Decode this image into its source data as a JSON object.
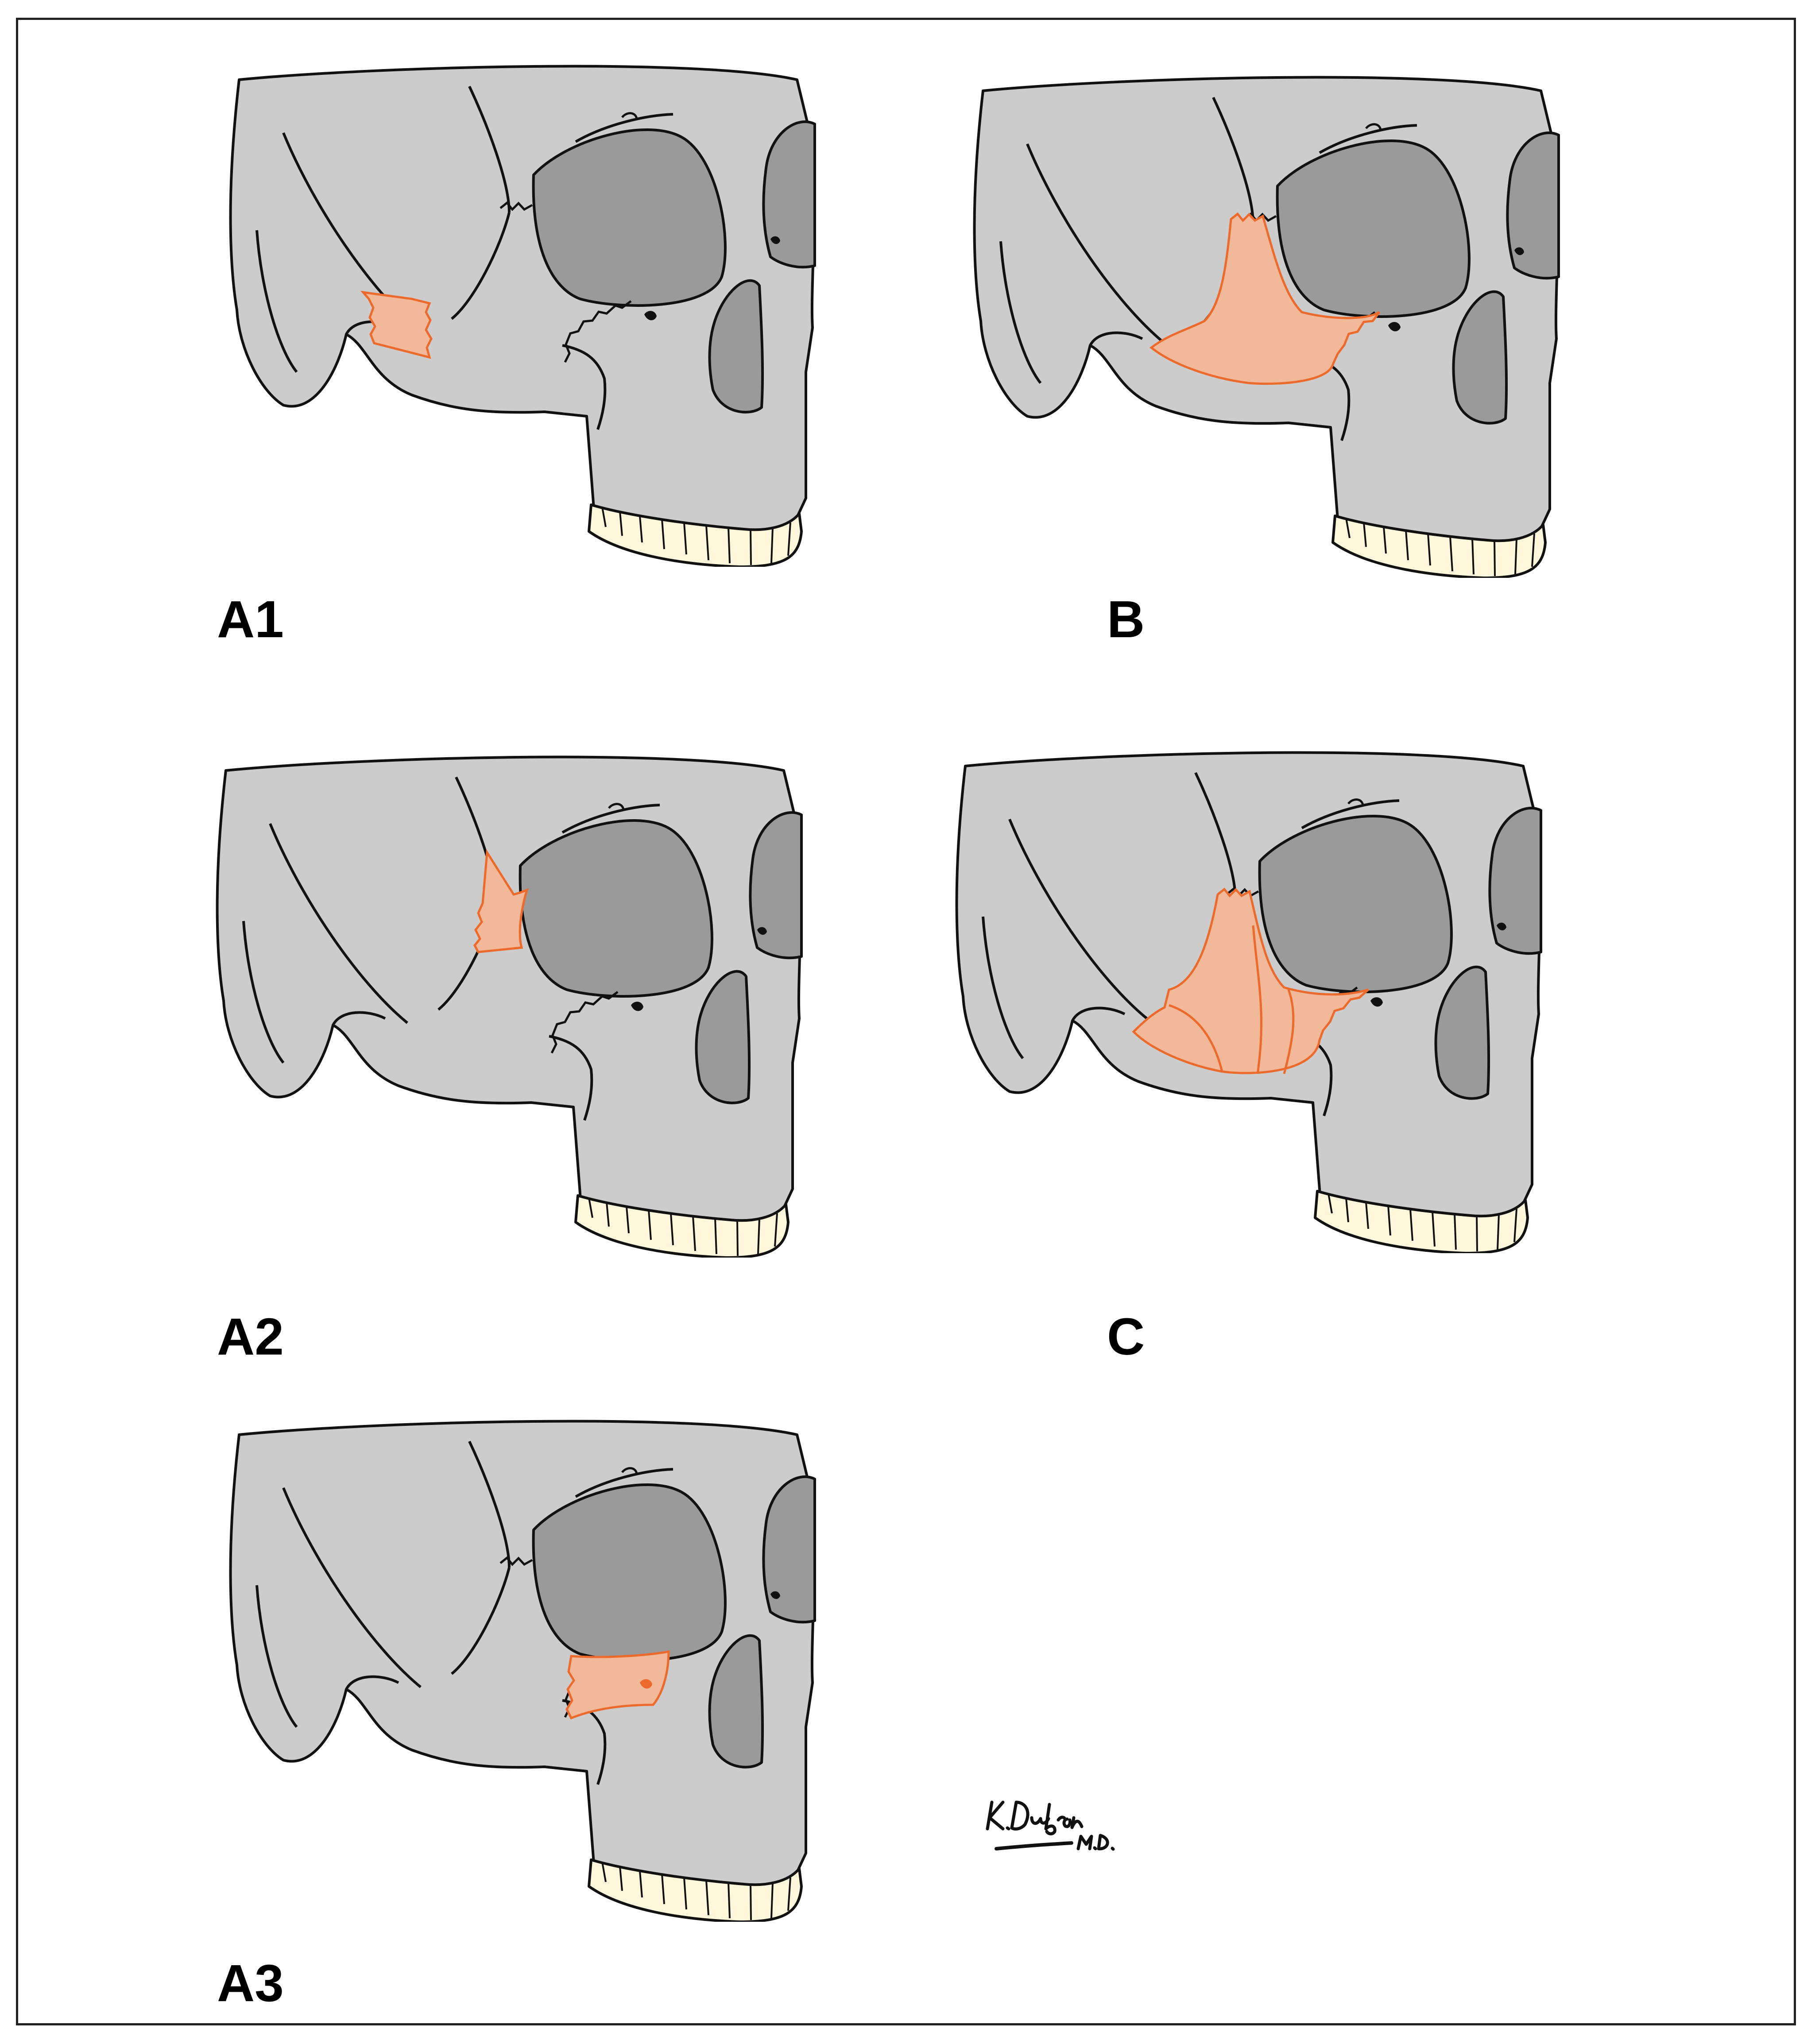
{
  "colors": {
    "bone": "#cccccc",
    "orbit": "#9a9a9a",
    "teeth": "#fff7dc",
    "fracture_fill": "#f2b89a",
    "fracture_line": "#ec6a2c",
    "outline": "#111111"
  },
  "panels": [
    {
      "id": "A1",
      "label": "A1",
      "fracture_region": "zygomatic-arch"
    },
    {
      "id": "B",
      "label": "B",
      "fracture_region": "zygoma-body"
    },
    {
      "id": "A2",
      "label": "A2",
      "fracture_region": "lateral-orbital-rim"
    },
    {
      "id": "C",
      "label": "C",
      "fracture_region": "comminuted-zygoma"
    },
    {
      "id": "A3",
      "label": "A3",
      "fracture_region": "infraorbital-rim"
    }
  ],
  "signature": {
    "line1": "K. Dubron",
    "line2": "M.D."
  }
}
